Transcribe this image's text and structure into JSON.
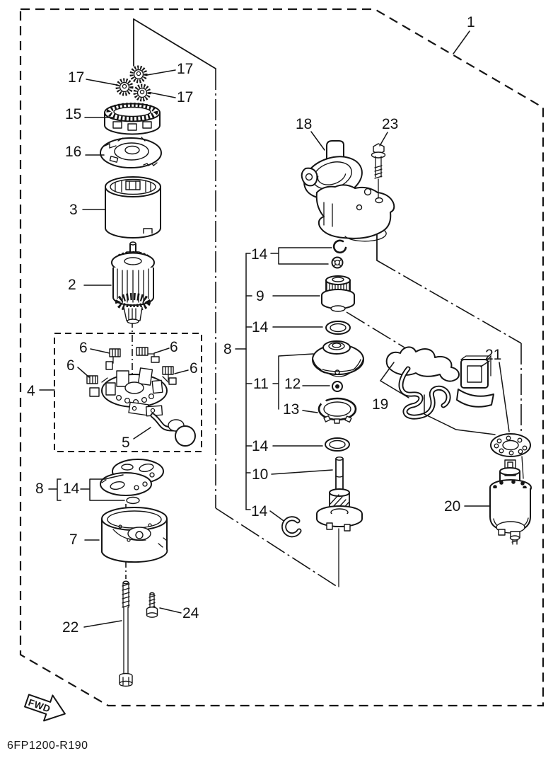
{
  "diagram": {
    "part_code": "6FP1200-R190",
    "fwd_label": "FWD",
    "callouts": {
      "n1": "1",
      "n2": "2",
      "n3": "3",
      "n4": "4",
      "n5": "5",
      "n6": "6",
      "n7": "7",
      "n8": "8",
      "n9": "9",
      "n10": "10",
      "n11": "11",
      "n12": "12",
      "n13": "13",
      "n14": "14",
      "n15": "15",
      "n16": "16",
      "n17": "17",
      "n18": "18",
      "n19": "19",
      "n20": "20",
      "n21": "21",
      "n22": "22",
      "n23": "23",
      "n24": "24"
    },
    "colors": {
      "ink": "#151515",
      "paper": "#ffffff"
    }
  }
}
